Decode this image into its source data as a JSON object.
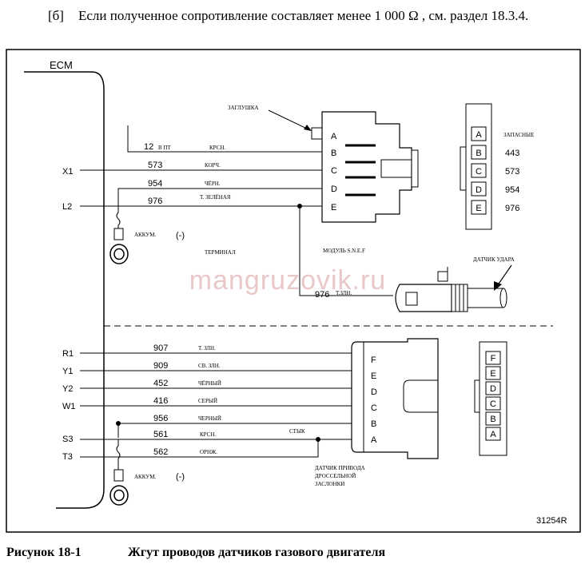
{
  "header": {
    "marker": "[б]",
    "text": "Если полученное сопротивление составляет менее 1 000 Ω , см. раздел 18.3.4."
  },
  "caption": {
    "number": "Рисунок 18-1",
    "title": "Жгут проводов датчиков газового двигателя"
  },
  "diagram": {
    "ecm_label": "ECM",
    "figure_id": "31254R",
    "watermark": "mangruzovik.ru",
    "top_section": {
      "plug_label": "ЗАГЛУШКА",
      "terminal_label": "ТЕРМИНАЛ",
      "module_label": "МОДУЛЬ S.N.E.F",
      "spare_label": "ЗАПАСНЫЕ",
      "impact_sensor_label": "ДАТЧИК УДАРА",
      "battery_label": "АККУМ.",
      "battery_sign": "(-)",
      "pins": [
        "A",
        "B",
        "C",
        "D",
        "E"
      ],
      "spare_pins": [
        "A",
        "B",
        "C",
        "D",
        "E"
      ],
      "spare_numbers": [
        "443",
        "573",
        "954",
        "976"
      ],
      "wires": [
        {
          "ecm": "",
          "number": "12",
          "extra": "В ПТ",
          "color": "КРСН."
        },
        {
          "ecm": "X1",
          "number": "573",
          "color": "КОРЧ."
        },
        {
          "ecm": "",
          "number": "954",
          "color": "ЧЁРН."
        },
        {
          "ecm": "L2",
          "number": "976",
          "color": "Т. ЗЕЛЁНАЯ"
        }
      ],
      "sensor_wire": {
        "number": "976",
        "color": "Т.ЗЛН."
      }
    },
    "bottom_section": {
      "joint_label": "СТЫК",
      "throttle_label": [
        "ДАТЧИК ПРИВОДА",
        "ДРОССЕЛЬНОЙ",
        "ЗАСЛОНКИ"
      ],
      "battery_label": "АККУМ.",
      "battery_sign": "(-)",
      "pins": [
        "F",
        "E",
        "D",
        "C",
        "B",
        "A"
      ],
      "right_pins": [
        "F",
        "E",
        "D",
        "C",
        "B",
        "A"
      ],
      "wires": [
        {
          "ecm": "R1",
          "number": "907",
          "color": "Т. ЗЛН."
        },
        {
          "ecm": "Y1",
          "number": "909",
          "color": "СВ. ЗЛН."
        },
        {
          "ecm": "Y2",
          "number": "452",
          "color": "ЧЁРНЫЙ"
        },
        {
          "ecm": "W1",
          "number": "416",
          "color": "СЕРЫЙ"
        },
        {
          "ecm": "",
          "number": "956",
          "color": "ЧЕРНЫЙ"
        },
        {
          "ecm": "S3",
          "number": "561",
          "color": "КРСН."
        },
        {
          "ecm": "T3",
          "number": "562",
          "color": "ОРНЖ."
        }
      ]
    }
  }
}
